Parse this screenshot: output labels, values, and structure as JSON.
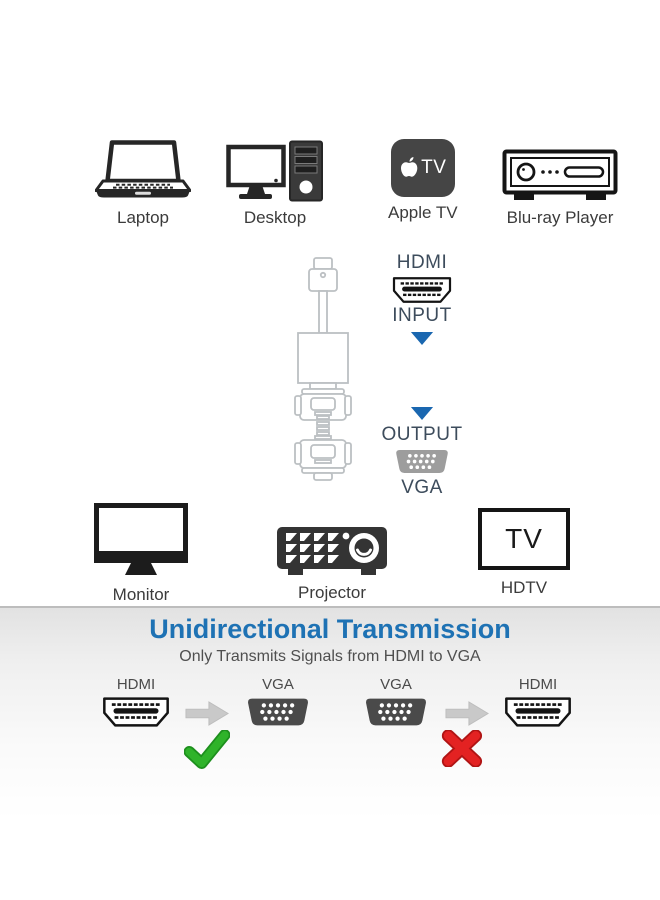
{
  "top_devices": [
    {
      "label": "Laptop",
      "icon": "laptop-icon"
    },
    {
      "label": "Desktop",
      "icon": "desktop-icon"
    },
    {
      "label": "Apple TV",
      "icon": "apple-tv-icon",
      "icon_text": "TV"
    },
    {
      "label": "Blu-ray Player",
      "icon": "bluray-player-icon"
    }
  ],
  "adapter_flow": {
    "input_port": "HDMI",
    "input_direction": "INPUT",
    "output_direction": "OUTPUT",
    "output_port": "VGA"
  },
  "bottom_devices": [
    {
      "label": "Monitor",
      "icon": "monitor-icon"
    },
    {
      "label": "Projector",
      "icon": "projector-icon"
    },
    {
      "label": "HDTV",
      "icon": "hdtv-icon",
      "screen_text": "TV"
    }
  ],
  "banner": {
    "title": "Unidirectional Transmission",
    "subtitle": "Only Transmits Signals from HDMI to VGA"
  },
  "transmissions": [
    {
      "from": "HDMI",
      "to": "VGA",
      "result": "allowed",
      "result_icon": "check-icon"
    },
    {
      "from": "VGA",
      "to": "HDMI",
      "result": "blocked",
      "result_icon": "cross-icon"
    }
  ],
  "colors": {
    "title_blue": "#1e72b4",
    "io_label": "#3d4c5c",
    "arrow_blue": "#1a67b0",
    "arrow_gray": "#c9c9c9",
    "check_green": "#2fb32a",
    "cross_red": "#e32222",
    "connector_dark": "#4a4a4a",
    "connector_gray": "#9d9d9d"
  }
}
